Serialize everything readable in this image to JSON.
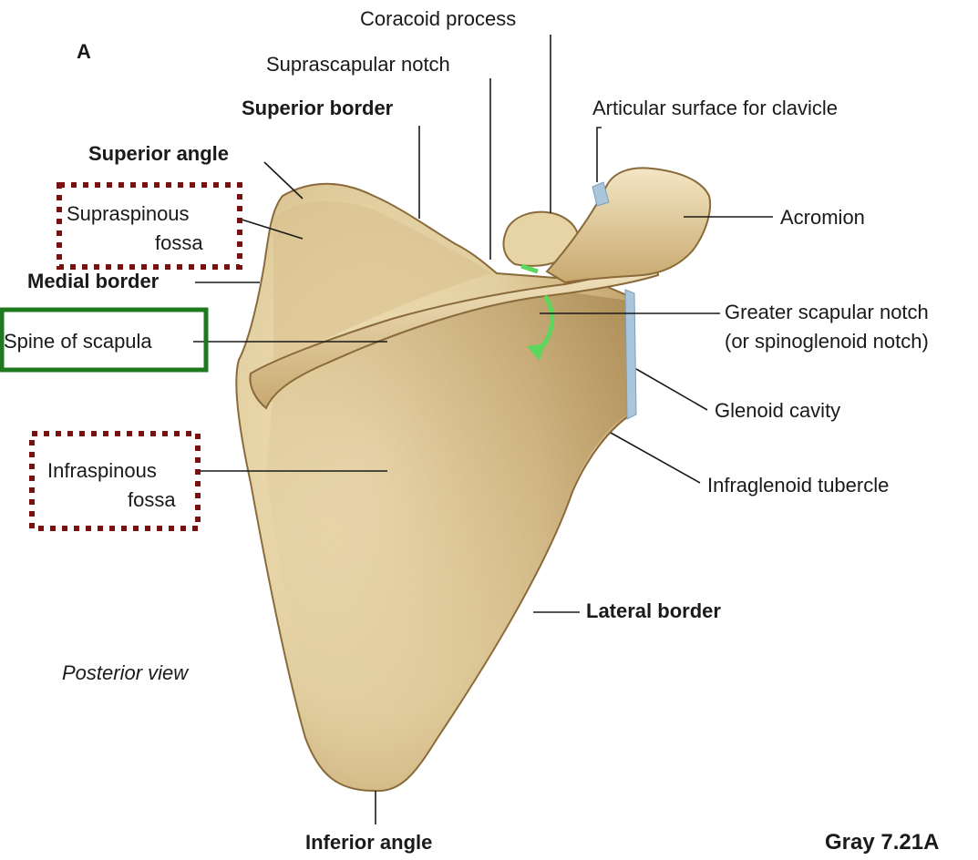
{
  "panel_letter": "A",
  "labels": {
    "coracoid_process": "Coracoid process",
    "suprascapular_notch": "Suprascapular notch",
    "superior_border": "Superior border",
    "articular_surface": "Articular surface for clavicle",
    "superior_angle": "Superior angle",
    "supraspinous_line1": "Supraspinous",
    "supraspinous_line2": "fossa",
    "acromion": "Acromion",
    "medial_border": "Medial border",
    "spine_of_scapula": "Spine of scapula",
    "greater_notch_line1": "Greater scapular notch",
    "greater_notch_line2": "(or spinoglenoid notch)",
    "glenoid_cavity": "Glenoid cavity",
    "infraspinous_line1": "Infraspinous",
    "infraspinous_line2": "fossa",
    "infraglenoid_tubercle": "Infraglenoid tubercle",
    "lateral_border": "Lateral border",
    "posterior_view": "Posterior view",
    "inferior_angle": "Inferior angle",
    "figure_ref": "Gray 7.21A"
  },
  "colors": {
    "bone": "#e2cfa0",
    "bone_shadow": "#b89a63",
    "bone_outline": "#8a6a3a",
    "highlight_dotted": "#7a1010",
    "highlight_solid": "#1f7a1f",
    "arrow": "#5cd65c",
    "cartilage": "#a9c6dc"
  }
}
